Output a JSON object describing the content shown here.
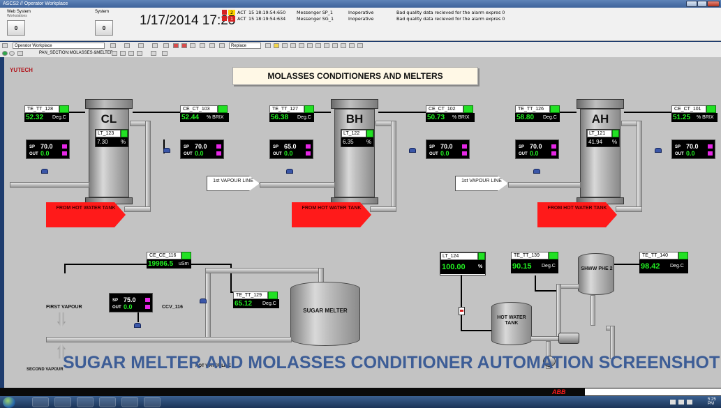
{
  "window": {
    "title": "ASCS2 // Operator Workplace"
  },
  "header": {
    "counters": [
      {
        "label": "Web System",
        "sub": "Workstations",
        "value": "0"
      },
      {
        "label": "System",
        "sub": "",
        "value": "0"
      }
    ],
    "datetime": "1/17/2014 17:25",
    "alarms": [
      {
        "count": "2",
        "state": "ACT",
        "time": "15 18:19:54:650",
        "source": "Messenger SP_1",
        "status": "Inoperative",
        "message": "Bad quality data recieved for the alarm expres 0"
      },
      {
        "count": "1",
        "state": "ACT",
        "time": "15 18:19:54:634",
        "source": "Messenger SG_1",
        "status": "Inoperative",
        "message": "Bad quality data recieved for the alarm expres 0"
      }
    ]
  },
  "toolbar": {
    "workplace_select": "Operator Workplace",
    "replace_select": "Replace",
    "path": "PAN_SECTION:MOLASSES &MELTER"
  },
  "display": {
    "logo": "YUTECH",
    "title": "MOLASSES CONDITIONERS AND MELTERS",
    "units": [
      {
        "tank": "CL",
        "temp_tag": "TE_TT_128",
        "temp": "52.32",
        "temp_unit": "Deg.C",
        "conc_tag": "CE_CT_103",
        "conc": "52.44",
        "conc_unit": "% BRIX",
        "level_tag": "LT_123",
        "level": "7.30",
        "level_unit": "%",
        "ctl1": {
          "sp": "70.0",
          "out": "0.0"
        },
        "ctl2": {
          "sp": "70.0",
          "out": "0.0"
        },
        "hotwater": "FROM HOT WATER TANK"
      },
      {
        "tank": "BH",
        "temp_tag": "TE_TT_127",
        "temp": "56.38",
        "temp_unit": "Deg.C",
        "conc_tag": "CE_CT_102",
        "conc": "50.73",
        "conc_unit": "% BRIX",
        "level_tag": "LT_122",
        "level": "6.35",
        "level_unit": "%",
        "ctl1": {
          "sp": "65.0",
          "out": "0.0"
        },
        "ctl2": {
          "sp": "70.0",
          "out": "0.0"
        },
        "hotwater": "FROM HOT WATER TANK",
        "vapour": "1st VAPOUR LINE"
      },
      {
        "tank": "AH",
        "temp_tag": "TE_TT_126",
        "temp": "58.80",
        "temp_unit": "Deg.C",
        "conc_tag": "CE_CT_101",
        "conc": "51.25",
        "conc_unit": "% BRIX",
        "level_tag": "LT_121",
        "level": "41.94",
        "level_unit": "%",
        "ctl1": {
          "sp": "70.0",
          "out": "0.0"
        },
        "ctl2": {
          "sp": "70.0",
          "out": "0.0"
        },
        "hotwater": "FROM HOT WATER TANK",
        "vapour": "1st VAPOUR LINE"
      }
    ],
    "melter": {
      "ce_tag": "CE_CE_116",
      "ce_value": "19986.5",
      "ce_unit": "uSm",
      "ctl": {
        "sp": "75.0",
        "out": "0.0"
      },
      "valve_label": "CCV_116",
      "te_tag": "TE_TT_129",
      "te_value": "65.12",
      "te_unit": "Deg.C",
      "tank_label": "SUGAR MELTER",
      "first_vapour": "FIRST VAPOUR",
      "second_vapour": "SECOND VAPOUR",
      "water_line": "HOT WATER LINE"
    },
    "hotwater_area": {
      "lt_tag": "LT_124",
      "lt_value": "100.00",
      "lt_unit": "%",
      "te139_tag": "TE_TT_139",
      "te139_value": "90.15",
      "te139_unit": "Deg.C",
      "te140_tag": "TE_TT_140",
      "te140_value": "98.42",
      "te140_unit": "Deg.C",
      "phe_label": "SHWW PHE 2",
      "tank_label": "HOT WATER TANK"
    },
    "ctl_labels": {
      "sp": "SP",
      "out": "OUT"
    }
  },
  "watermark": "SUGAR MELTER AND MOLASSES CONDITIONER AUTOMATION SCREENSHOT",
  "footer": {
    "brand": "ABB",
    "clock": "5:25 PM"
  }
}
